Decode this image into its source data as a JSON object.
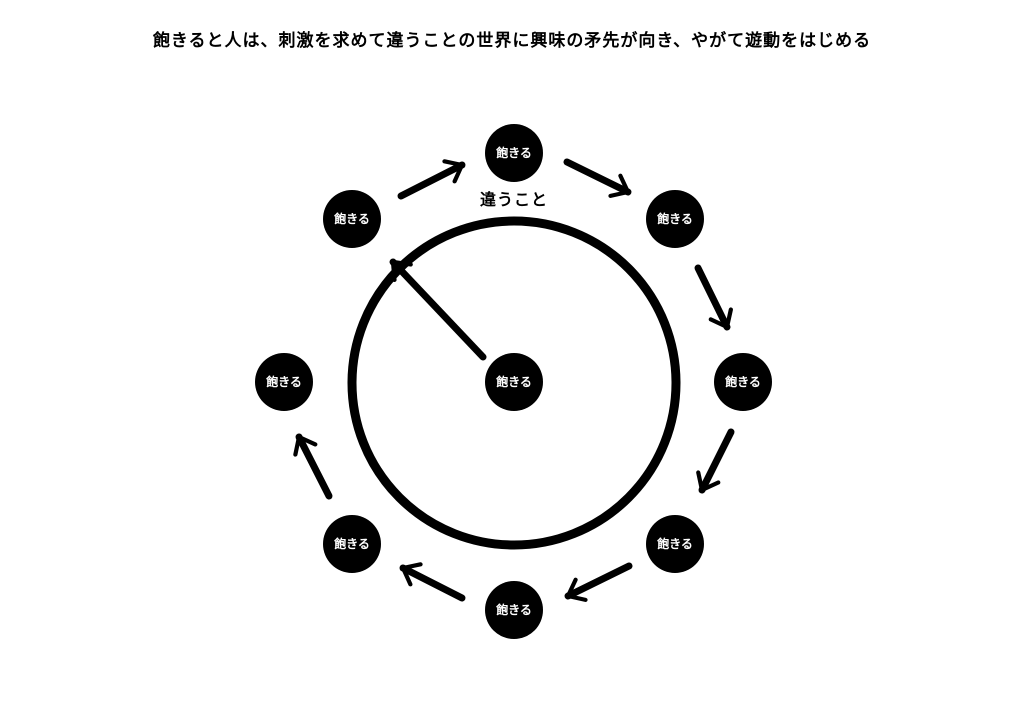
{
  "title": "飽きると人は、刺激を求めて違うことの世界に興味の矛先が向き、やがて遊動をはじめる",
  "ring_label": "違うこと",
  "center_node": {
    "label": "飽きる"
  },
  "outer_nodes": [
    {
      "label": "飽きる"
    },
    {
      "label": "飽きる"
    },
    {
      "label": "飽きる"
    },
    {
      "label": "飽きる"
    },
    {
      "label": "飽きる"
    },
    {
      "label": "飽きる"
    },
    {
      "label": "飽きる"
    },
    {
      "label": "飽きる"
    }
  ],
  "colors": {
    "ink": "#000000",
    "node_text": "#ffffff",
    "background": "#ffffff"
  }
}
